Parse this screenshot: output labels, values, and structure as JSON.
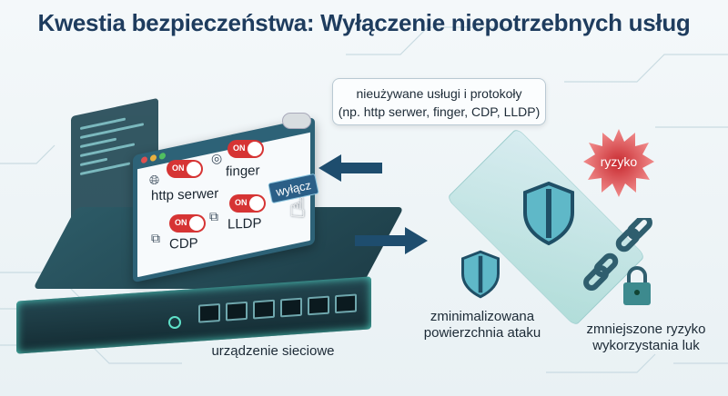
{
  "title": "Kwestia bezpieczeństwa: Wyłączenie niepotrzebnych usług",
  "window": {
    "services": [
      {
        "label": "http serwer",
        "toggle": "ON",
        "icon": "globe-icon"
      },
      {
        "label": "finger",
        "toggle": "ON",
        "icon": "fingerprint-icon"
      },
      {
        "label": "CDP",
        "toggle": "ON",
        "icon": "network-icon"
      },
      {
        "label": "LLDP",
        "toggle": "ON",
        "icon": "network-icon"
      }
    ],
    "disable_button": "wyłącz"
  },
  "callout": {
    "line1": "nieużywane usługi i protokoły",
    "line2": "(np. http serwer, finger, CDP, LLDP)"
  },
  "device_label": "urządzenie sieciowe",
  "risk_label": "ryzyko",
  "benefits": [
    {
      "line1": "zminimalizowana",
      "line2": "powierzchnia ataku"
    },
    {
      "line1": "zmniejszone ryzyko",
      "line2": "wykorzystania luk"
    }
  ],
  "colors": {
    "title": "#1e3c5e",
    "toggle_on": "#d63434",
    "device": "#234650",
    "risk": "#d9484a"
  }
}
